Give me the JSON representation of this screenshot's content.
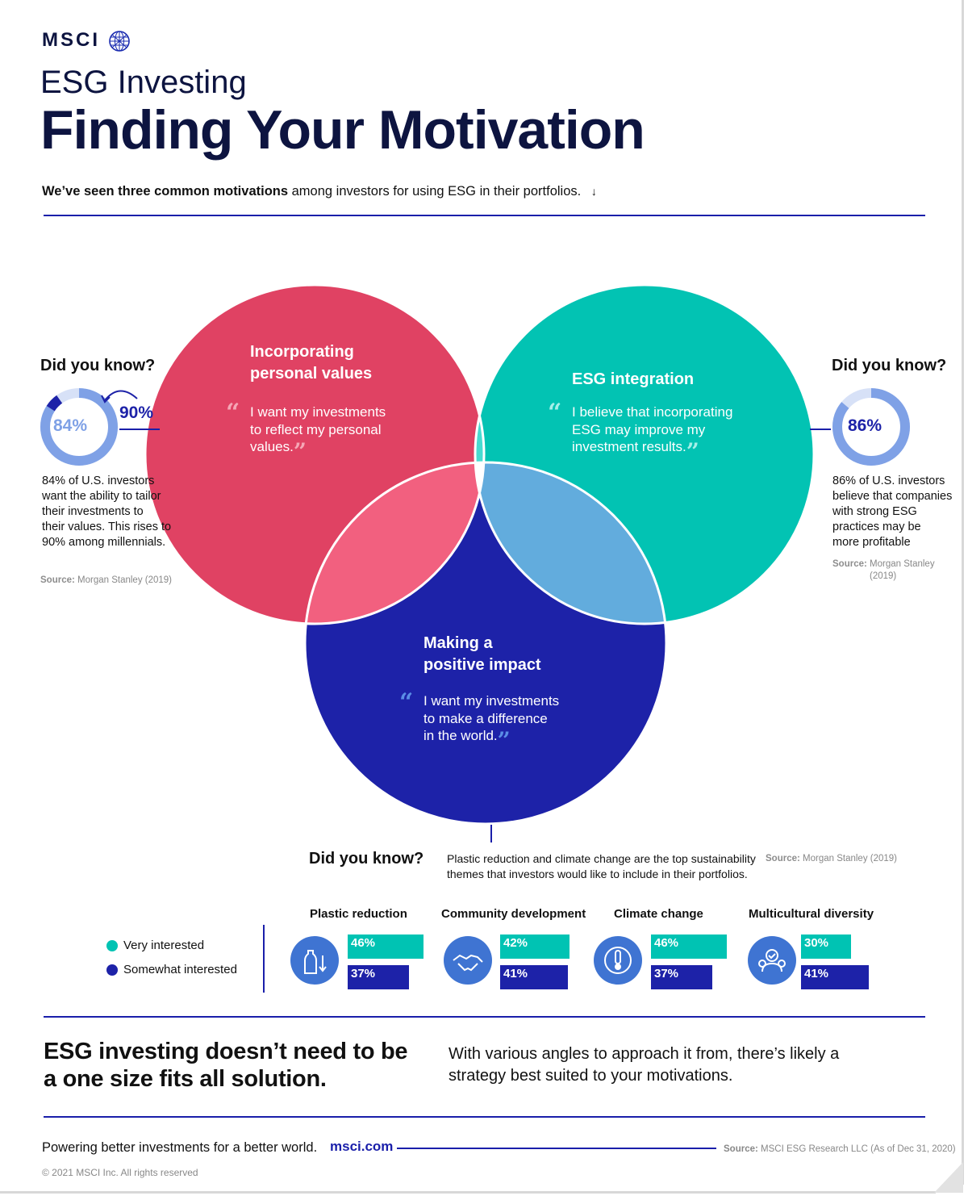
{
  "header": {
    "brand": "MSCI",
    "subtitle": "ESG Investing",
    "title": "Finding Your Motivation",
    "intro_bold": "We’ve seen three common motivations",
    "intro_rest": " among investors for using ESG in their portfolios.",
    "intro_arrow": "↓"
  },
  "venn": {
    "values": {
      "heading_line1": "Incorporating",
      "heading_line2": "personal values",
      "quote_line1": "I want my investments",
      "quote_line2": "to reflect my personal",
      "quote_line3": "values."
    },
    "integration": {
      "heading": "ESG integration",
      "quote_line1": "I believe that incorporating",
      "quote_line2": "ESG may improve my",
      "quote_line3": "investment results."
    },
    "impact": {
      "heading_line1": "Making a",
      "heading_line2": "positive impact",
      "quote_line1": "I want my investments",
      "quote_line2": "to make a difference",
      "quote_line3": "in the world."
    },
    "colors": {
      "values": "#e04263",
      "integration": "#02c3b3",
      "impact": "#1d22a8"
    }
  },
  "left_fact": {
    "heading": "Did you know?",
    "donut_value": "84%",
    "highlight_value": "90%",
    "donut_fraction": 0.84,
    "highlight_fraction": 0.9,
    "text_line1": "84% of U.S. investors",
    "text_line2": "want the ability to tailor",
    "text_line3": "their investments to",
    "text_line4": "their values. This rises to",
    "text_line5": "90% among millennials.",
    "source_label": "Source:",
    "source_value": "Morgan Stanley (2019)"
  },
  "right_fact": {
    "heading": "Did you know?",
    "donut_value": "86%",
    "donut_fraction": 0.86,
    "text_line1": "86% of U.S. investors",
    "text_line2": "believe that companies",
    "text_line3": "with strong ESG",
    "text_line4": "practices may be",
    "text_line5": "more profitable",
    "source_label": "Source:",
    "source_line1": "Morgan Stanley",
    "source_line2": "(2019)"
  },
  "themes_section": {
    "heading": "Did you know?",
    "text_line1": "Plastic reduction and climate change are the top sustainability",
    "text_line2": "themes that investors would like to include in their portfolios.",
    "source_label": "Source:",
    "source_value": "Morgan Stanley (2019)",
    "legend": {
      "very": "Very interested",
      "somewhat": "Somewhat interested"
    },
    "themes": [
      {
        "name": "Plastic reduction",
        "icon": "plastic-bottle-icon",
        "very": 46,
        "very_label": "46%",
        "somewhat": 37,
        "somewhat_label": "37%"
      },
      {
        "name": "Community development",
        "icon": "handshake-icon",
        "very": 42,
        "very_label": "42%",
        "somewhat": 41,
        "somewhat_label": "41%"
      },
      {
        "name": "Climate change",
        "icon": "thermometer-globe-icon",
        "very": 46,
        "very_label": "46%",
        "somewhat": 37,
        "somewhat_label": "37%"
      },
      {
        "name": "Multicultural diversity",
        "icon": "people-check-icon",
        "very": 30,
        "very_label": "30%",
        "somewhat": 41,
        "somewhat_label": "41%"
      }
    ],
    "colors": {
      "very": "#00c3b3",
      "somewhat": "#1d22a8"
    }
  },
  "bottom": {
    "left_line1": "ESG investing doesn’t need to be",
    "left_line2": "a one size fits all solution.",
    "right_line1": "With various angles to approach it from, there’s likely a",
    "right_line2": "strategy best suited to your motivations."
  },
  "footer": {
    "tagline": "Powering better investments for a better world.",
    "link": "msci.com",
    "source_label": "Source:",
    "source_value": "MSCI ESG Research LLC (As of Dec 31, 2020)",
    "copyright": "© 2021 MSCI Inc. All rights reserved"
  }
}
